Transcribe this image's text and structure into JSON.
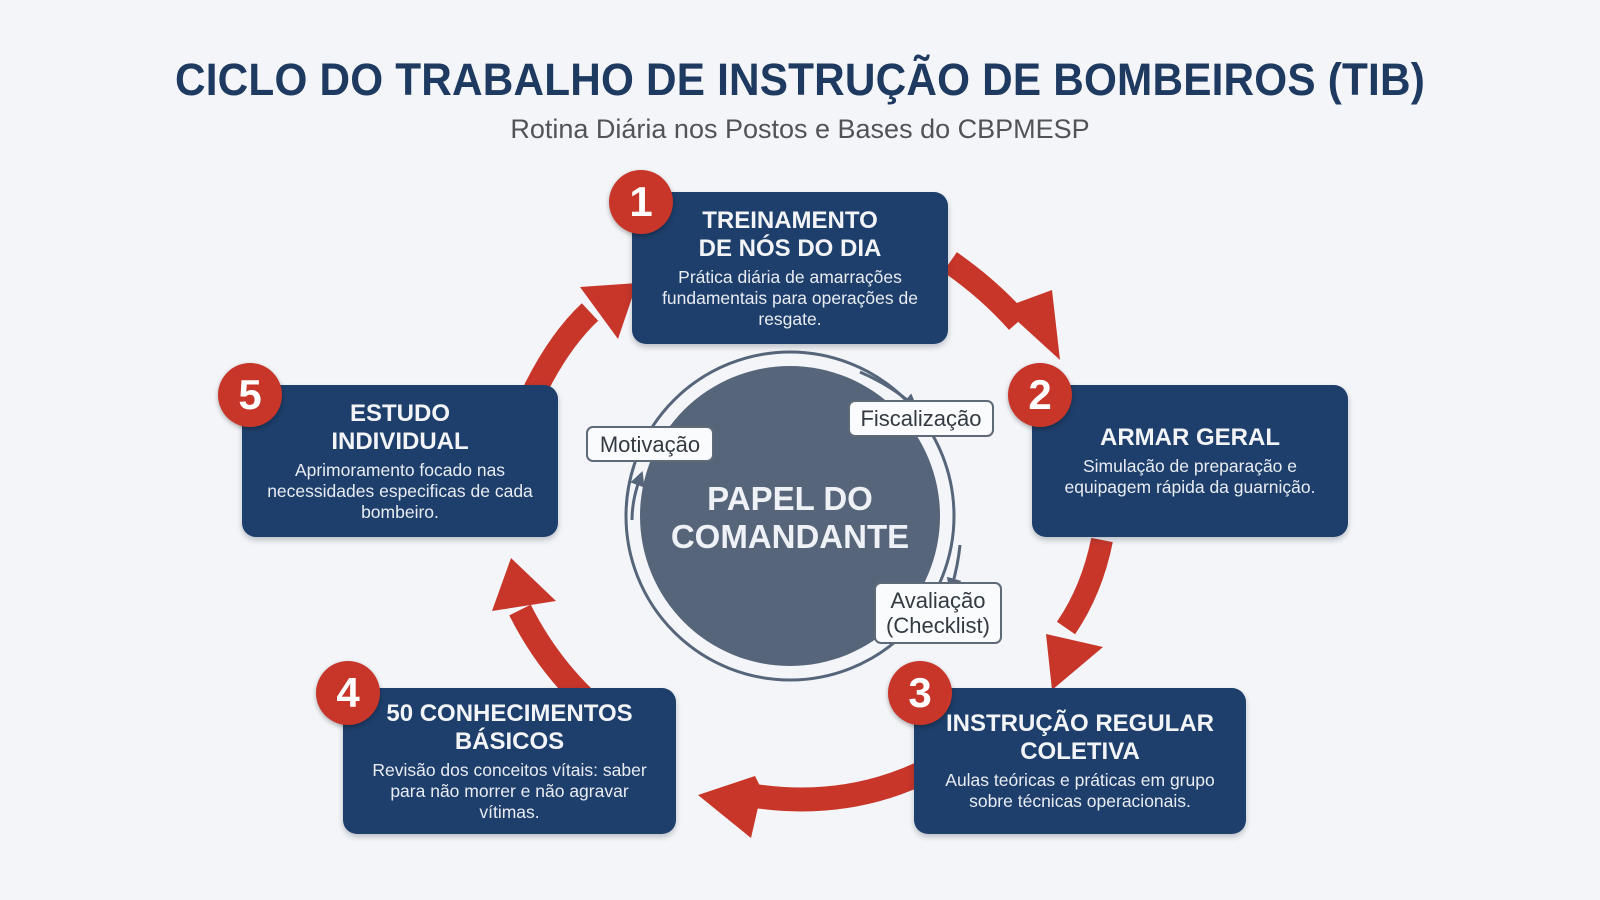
{
  "header": {
    "title": "CICLO DO TRABALHO DE INSTRUÇÃO DE BOMBEIROS (TIB)",
    "subtitle": "Rotina Diária nos Postos e Bases do CBPMESP"
  },
  "colors": {
    "navy": "#1e3f6b",
    "title": "#1e3a60",
    "accent_red": "#c8362a",
    "center_gray": "#56657a",
    "background": "#f3f5f8"
  },
  "steps": [
    {
      "number": "1",
      "title": "TREINAMENTO DE NÓS DO DIA",
      "description": "Prática diária de amarrações fundamentais para operações de resgate."
    },
    {
      "number": "2",
      "title": "ARMAR GERAL",
      "description": "Simulação de preparação e equipagem rápida da guarnição."
    },
    {
      "number": "3",
      "title": "INSTRUÇÃO REGULAR COLETIVA",
      "description": "Aulas teóricas e práticas em grupo sobre técnicas operacionais."
    },
    {
      "number": "4",
      "title": "50 CONHECIMENTOS BÁSICOS",
      "description": "Revisão dos conceitos vítais: saber para não morrer e não agravar vítimas."
    },
    {
      "number": "5",
      "title": "ESTUDO INDIVIDUAL",
      "description": "Aprimoramento focado nas necessidades especificas de cada bombeiro."
    }
  ],
  "center": {
    "title": "PAPEL DO COMANDANTE",
    "roles": [
      "Fiscalização",
      "Avaliação (Checklist)",
      "Motivação"
    ]
  },
  "icons": {
    "cycle_arrows": "curved-red-arrow",
    "inner_cycle_arrows": "curved-gray-arrow"
  }
}
